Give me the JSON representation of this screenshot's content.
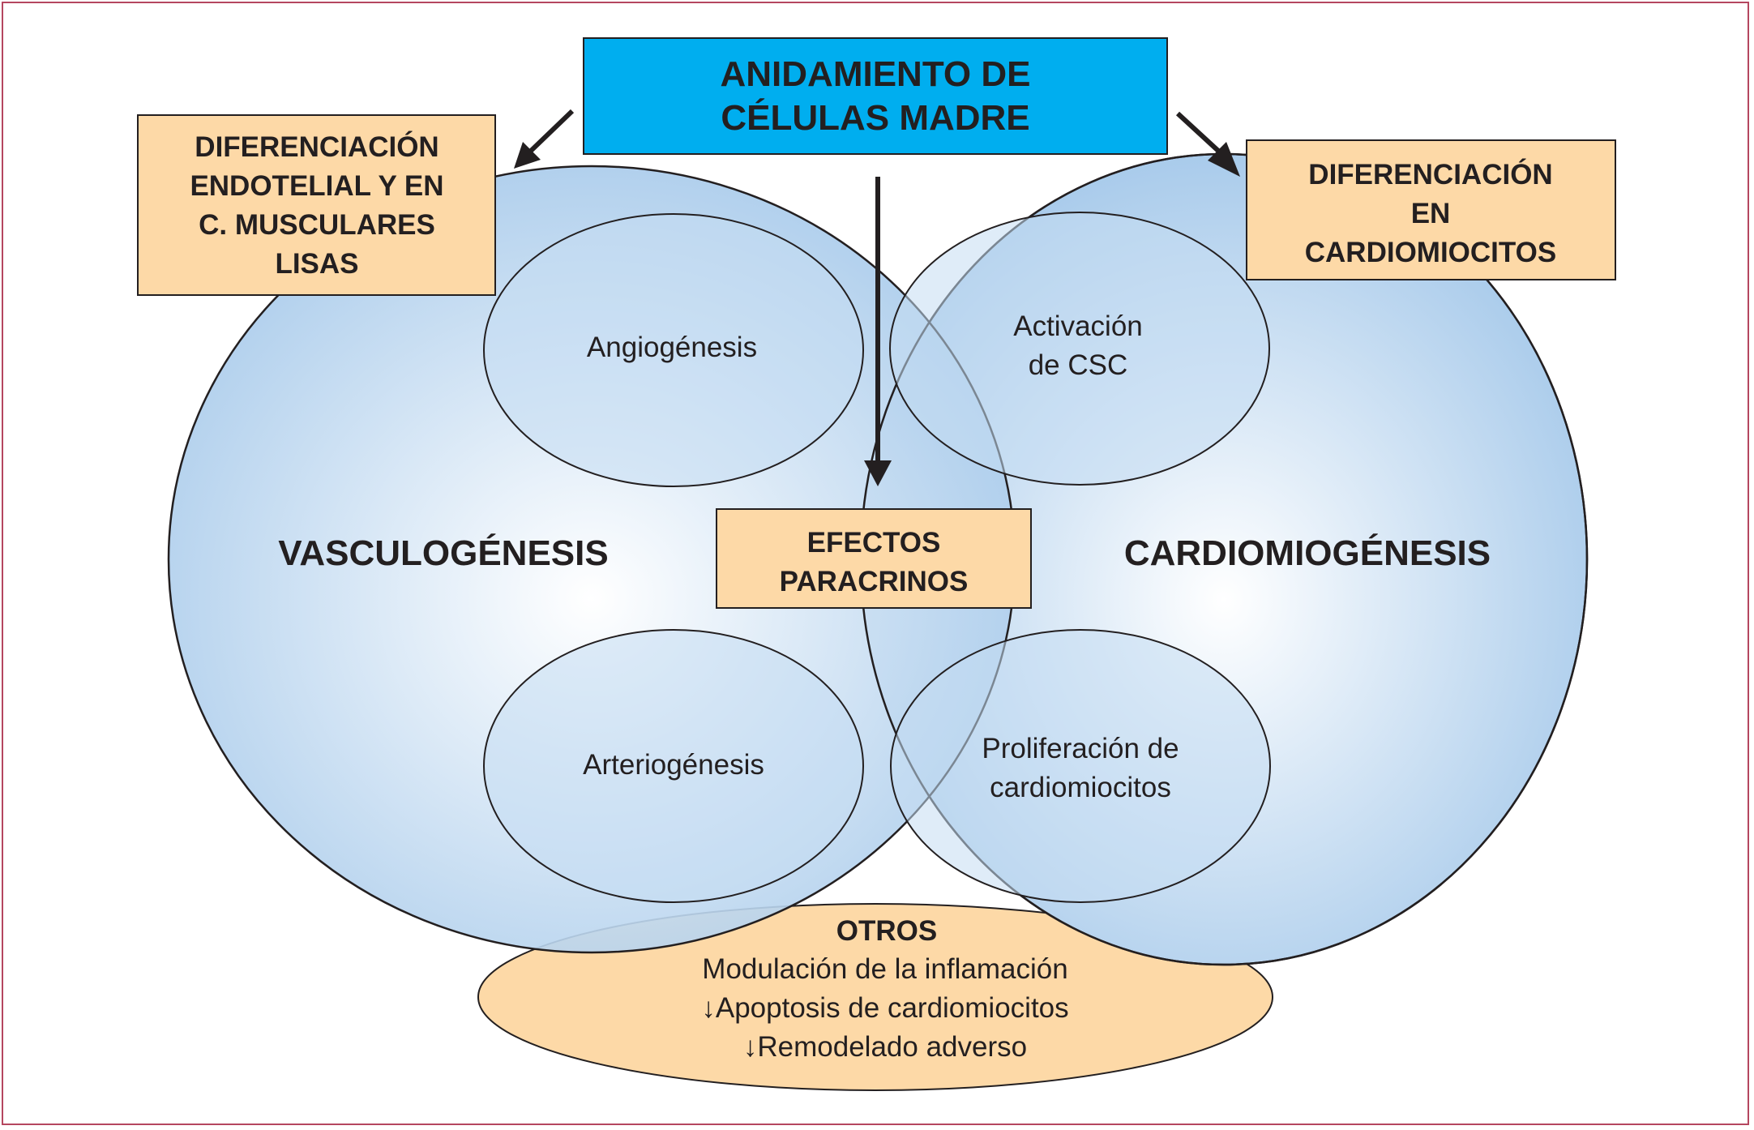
{
  "top_box": {
    "line1": "ANIDAMIENTO DE",
    "line2": "CÉLULAS MADRE"
  },
  "left_box": {
    "lines": [
      "DIFERENCIACIÓN",
      "ENDOTELIAL Y EN",
      "C. MUSCULARES",
      "LISAS"
    ]
  },
  "right_box": {
    "lines": [
      "DIFERENCIACIÓN",
      "EN",
      "CARDIOMIOCITOS"
    ]
  },
  "left_circle": {
    "label": "VASCULOGÉNESIS"
  },
  "right_circle": {
    "label": "CARDIOMIOGÉNESIS"
  },
  "center_box": {
    "line1": "EFECTOS",
    "line2": "PARACRINOS"
  },
  "inner": {
    "angiogenesis": "Angiogénesis",
    "arteriogenesis": "Arteriogénesis",
    "csc_line1": "Activación",
    "csc_line2": "de CSC",
    "prolif_line1": "Proliferación de",
    "prolif_line2": "cardiomiocitos"
  },
  "otros": {
    "title": "OTROS",
    "items": [
      "Modulación de la inflamación",
      "↓Apoptosis de cardiomiocitos",
      "↓Remodelado adverso"
    ]
  },
  "colors": {
    "blue_box": "#00aeef",
    "peach": "#fdd9a7",
    "circle_edge": "#a9cbeb",
    "circle_center": "#ffffff",
    "frame": "#b5475f"
  }
}
